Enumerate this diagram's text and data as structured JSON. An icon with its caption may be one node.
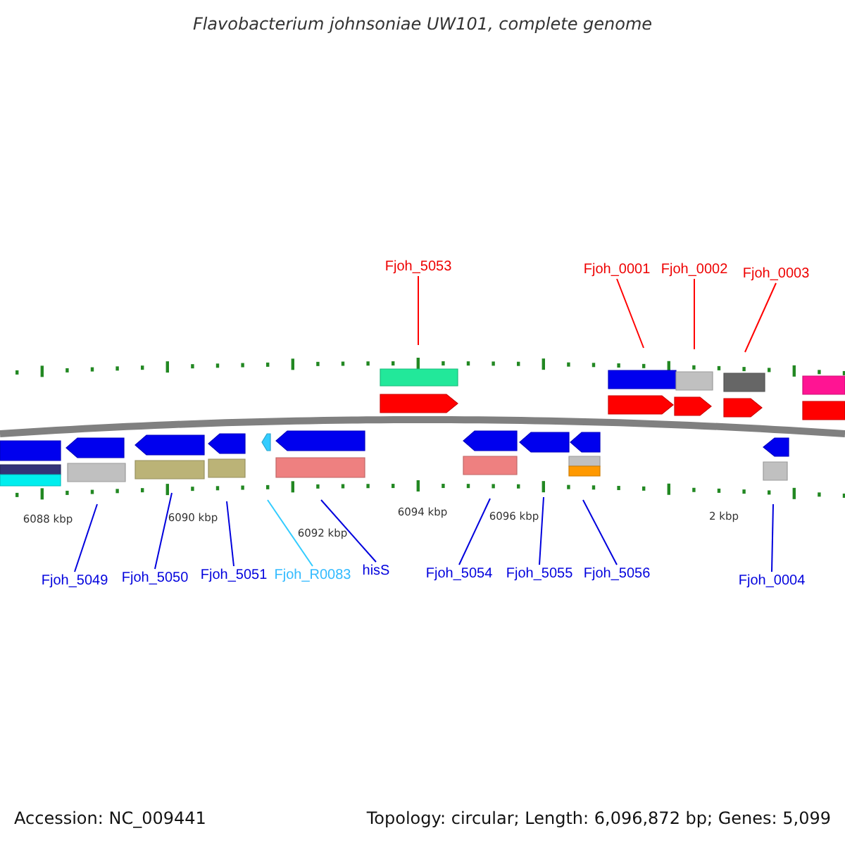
{
  "diagram": {
    "title": "Flavobacterium johnsoniae UW101, complete genome",
    "nodes": [
      {
        "text": [
          "Fjoh_5053"
        ]
      },
      {
        "text": [
          "Fjoh_0001"
        ]
      },
      {
        "text": [
          "Fjoh_0002"
        ]
      },
      {
        "text": [
          "Fjoh_0003"
        ]
      },
      {
        "text": [
          "Fjoh_5049"
        ]
      },
      {
        "text": [
          "Fjoh_5050"
        ]
      },
      {
        "text": [
          "Fjoh_5051"
        ]
      },
      {
        "text": [
          "Fjoh_R0083"
        ]
      },
      {
        "text": [
          "hisS"
        ]
      },
      {
        "text": [
          "Fjoh_5054"
        ]
      },
      {
        "text": [
          "Fjoh_5055"
        ]
      },
      {
        "text": [
          "Fjoh_5056"
        ]
      },
      {
        "text": [
          "Fjoh_0004"
        ]
      }
    ],
    "edges": [
      {
        "from": 0,
        "to": null,
        "arrow": "none",
        "color": "#ff0000"
      },
      {
        "from": 1,
        "to": null,
        "arrow": "none",
        "color": "#ff0000"
      },
      {
        "from": 2,
        "to": null,
        "arrow": "none",
        "color": "#ff0000"
      },
      {
        "from": 3,
        "to": null,
        "arrow": "none",
        "color": "#ff0000"
      },
      {
        "from": 4,
        "to": null,
        "arrow": "none"
      },
      {
        "from": 5,
        "to": null,
        "arrow": "none"
      },
      {
        "from": 6,
        "to": null,
        "arrow": "none"
      },
      {
        "from": 7,
        "to": null,
        "arrow": "none",
        "color": "#33ccff"
      },
      {
        "from": 8,
        "to": null,
        "arrow": "none"
      },
      {
        "from": 9,
        "to": null,
        "arrow": "none"
      },
      {
        "from": 10,
        "to": null,
        "arrow": "none"
      },
      {
        "from": 11,
        "to": null,
        "arrow": "none"
      },
      {
        "from": 12,
        "to": null,
        "arrow": "none"
      }
    ],
    "labels": [
      "6088 kbp",
      "6090 kbp",
      "6092 kbp",
      "6094 kbp",
      "6096 kbp",
      "2 kbp",
      "Accession: NC_009441",
      "Topology: circular; Length: 6,096,872 bp; Genes: 5,099"
    ]
  }
}
